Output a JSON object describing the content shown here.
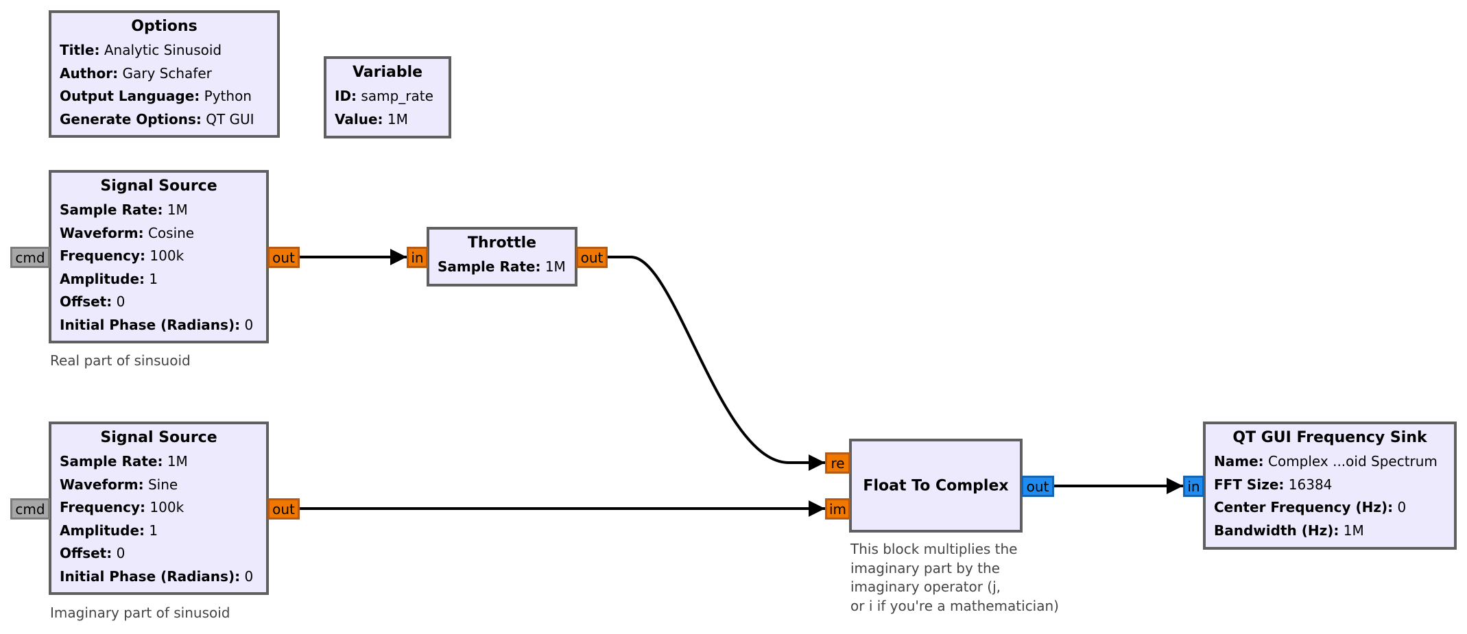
{
  "blocks": {
    "options": {
      "title": "Options",
      "params": [
        {
          "label": "Title:",
          "value": "Analytic Sinusoid"
        },
        {
          "label": "Author:",
          "value": "Gary Schafer"
        },
        {
          "label": "Output Language:",
          "value": "Python"
        },
        {
          "label": "Generate Options:",
          "value": "QT GUI"
        }
      ]
    },
    "variable": {
      "title": "Variable",
      "params": [
        {
          "label": "ID:",
          "value": "samp_rate"
        },
        {
          "label": "Value:",
          "value": "1M"
        }
      ]
    },
    "signal_source_1": {
      "title": "Signal Source",
      "params": [
        {
          "label": "Sample Rate:",
          "value": "1M"
        },
        {
          "label": "Waveform:",
          "value": "Cosine"
        },
        {
          "label": "Frequency:",
          "value": "100k"
        },
        {
          "label": "Amplitude:",
          "value": "1"
        },
        {
          "label": "Offset:",
          "value": "0"
        },
        {
          "label": "Initial Phase (Radians):",
          "value": "0"
        }
      ],
      "comment": "Real part of sinsuoid"
    },
    "signal_source_2": {
      "title": "Signal Source",
      "params": [
        {
          "label": "Sample Rate:",
          "value": "1M"
        },
        {
          "label": "Waveform:",
          "value": "Sine"
        },
        {
          "label": "Frequency:",
          "value": "100k"
        },
        {
          "label": "Amplitude:",
          "value": "1"
        },
        {
          "label": "Offset:",
          "value": "0"
        },
        {
          "label": "Initial Phase (Radians):",
          "value": "0"
        }
      ],
      "comment": "Imaginary part of sinusoid"
    },
    "throttle": {
      "title": "Throttle",
      "params": [
        {
          "label": "Sample Rate:",
          "value": "1M"
        }
      ]
    },
    "float_to_complex": {
      "title": "Float To Complex",
      "comment_lines": [
        "This block multiplies the",
        "imaginary part by the",
        "imaginary operator (j,",
        "or i if you're a mathematician)"
      ]
    },
    "freq_sink": {
      "title": "QT GUI Frequency Sink",
      "params": [
        {
          "label": "Name:",
          "value": "Complex ...oid Spectrum"
        },
        {
          "label": "FFT Size:",
          "value": "16384"
        },
        {
          "label": "Center Frequency (Hz):",
          "value": "0"
        },
        {
          "label": "Bandwidth (Hz):",
          "value": "1M"
        }
      ]
    }
  },
  "ports": {
    "cmd": "cmd",
    "out": "out",
    "in": "in",
    "re": "re",
    "im": "im"
  },
  "colors": {
    "block_fill": "#eeeafd",
    "block_border": "#5f5f5f",
    "float_port": "#f07800",
    "complex_port": "#1e8cf0",
    "message_port": "#a8a8a8",
    "connection": "#000000"
  }
}
